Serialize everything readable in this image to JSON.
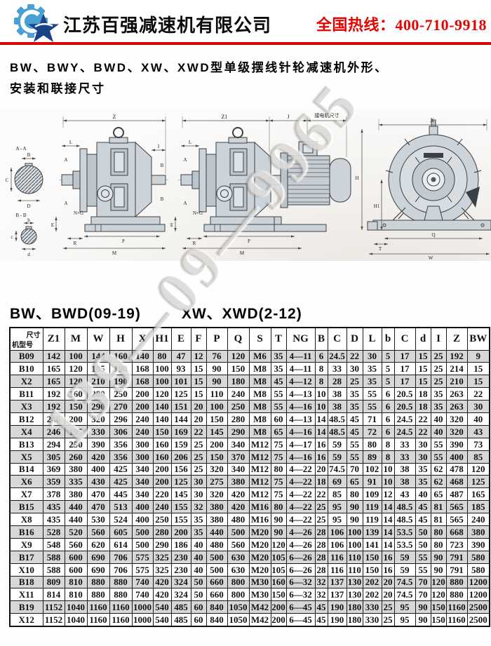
{
  "header": {
    "company": "江苏百强减速机有限公司",
    "hotline": "全国热线：400-710-9918",
    "accent_red": "#d40000",
    "logo_gear_color": "#49a0d5",
    "logo_star_color": "#1b4488"
  },
  "title": {
    "line1": "BW、BWY、BWD、XW、XWD型单级摆线针轮减速机外形、",
    "line2": "安装和联接尺寸"
  },
  "section_heading": {
    "part1": "BW、BWD(09-19)",
    "part2": "XW、XWD(2-12)"
  },
  "watermark": "139—09—9965",
  "diagram_labels": {
    "secAA": "A - A",
    "dimB": "B",
    "dimC": "C",
    "dimD": "D",
    "secBB": "B - B",
    "dimb": "b",
    "dimc": "c",
    "dimd": "d",
    "dimZ": "Z",
    "dimL": "L",
    "dimA": "A",
    "dimI": "I",
    "dimBr": "B",
    "nxg": "N×G",
    "dimE": "E",
    "dimR": "R",
    "dimP": "P",
    "dimM": "M",
    "dimZ1": "Z1",
    "dimJ": "J",
    "motorNote": "接电机尺寸",
    "dimX": "X",
    "dimH": "H",
    "dimH1": "H1",
    "dimQ": "Q",
    "dimT": "T",
    "dimW": "W"
  },
  "table": {
    "corner": {
      "top": "尺寸",
      "bottom": "机型号"
    },
    "shaded_row_color": "#d7d7d7",
    "columns": [
      "Z1",
      "M",
      "W",
      "H",
      "X",
      "H1",
      "E",
      "F",
      "P",
      "Q",
      "S",
      "T",
      "NG",
      "B",
      "C",
      "D",
      "L",
      "b",
      "C",
      "d",
      "I",
      "Z",
      "BW"
    ],
    "rows": [
      {
        "model": "B09",
        "values": [
          "142",
          "100",
          "144",
          "160",
          "140",
          "80",
          "47",
          "12",
          "76",
          "120",
          "M6",
          "35",
          "4—11",
          "6",
          "24.5",
          "22",
          "30",
          "5",
          "17",
          "15",
          "25",
          "192",
          "9"
        ]
      },
      {
        "model": "B10",
        "values": [
          "165",
          "120",
          "185",
          "190",
          "168",
          "100",
          "93",
          "15",
          "90",
          "150",
          "M8",
          "35",
          "4—11",
          "8",
          "33",
          "30",
          "35",
          "5",
          "17",
          "15",
          "25",
          "214",
          "15"
        ]
      },
      {
        "model": "X2",
        "values": [
          "165",
          "120",
          "210",
          "190",
          "168",
          "100",
          "101",
          "15",
          "90",
          "180",
          "M8",
          "45",
          "4—12",
          "8",
          "28",
          "25",
          "35",
          "5",
          "17",
          "15",
          "25",
          "210",
          "15"
        ]
      },
      {
        "model": "B11",
        "values": [
          "192",
          "160",
          "280",
          "250",
          "200",
          "120",
          "125",
          "15",
          "110",
          "240",
          "M8",
          "55",
          "4—13",
          "10",
          "38",
          "35",
          "55",
          "6",
          "20.5",
          "18",
          "35",
          "263",
          "22"
        ]
      },
      {
        "model": "X3",
        "values": [
          "192",
          "150",
          "290",
          "270",
          "200",
          "140",
          "151",
          "20",
          "100",
          "250",
          "M8",
          "55",
          "4—16",
          "10",
          "38",
          "35",
          "55",
          "6",
          "20.5",
          "18",
          "35",
          "263",
          "30"
        ]
      },
      {
        "model": "B12",
        "values": [
          "246",
          "200",
          "320",
          "296",
          "240",
          "140",
          "144",
          "20",
          "150",
          "280",
          "M8",
          "60",
          "4—13",
          "14",
          "48.5",
          "45",
          "71",
          "6",
          "24.5",
          "22",
          "40",
          "320",
          "40"
        ]
      },
      {
        "model": "X4",
        "values": [
          "246",
          "195",
          "330",
          "306",
          "240",
          "150",
          "169",
          "22",
          "145",
          "290",
          "M8",
          "65",
          "4—16",
          "14",
          "48.5",
          "45",
          "72",
          "6",
          "24.5",
          "22",
          "40",
          "320",
          "43"
        ]
      },
      {
        "model": "B13",
        "values": [
          "294",
          "250",
          "390",
          "356",
          "300",
          "160",
          "159",
          "25",
          "200",
          "340",
          "M12",
          "75",
          "4—17",
          "16",
          "59",
          "55",
          "80",
          "8",
          "33",
          "30",
          "55",
          "390",
          "73"
        ]
      },
      {
        "model": "X5",
        "values": [
          "305",
          "260",
          "420",
          "356",
          "300",
          "160",
          "206",
          "25",
          "150",
          "370",
          "M12",
          "75",
          "4—16",
          "16",
          "59",
          "55",
          "89",
          "8",
          "33",
          "30",
          "55",
          "400",
          "85"
        ]
      },
      {
        "model": "B14",
        "values": [
          "369",
          "380",
          "400",
          "425",
          "340",
          "200",
          "156",
          "25",
          "320",
          "340",
          "M12",
          "80",
          "4—22",
          "20",
          "74.5",
          "70",
          "102",
          "10",
          "38",
          "35",
          "62",
          "478",
          "120"
        ]
      },
      {
        "model": "X6",
        "values": [
          "359",
          "335",
          "430",
          "425",
          "340",
          "200",
          "125",
          "30",
          "275",
          "380",
          "M12",
          "75",
          "4—22",
          "18",
          "69",
          "65",
          "91",
          "10",
          "38",
          "35",
          "62",
          "468",
          "125"
        ]
      },
      {
        "model": "X7",
        "values": [
          "378",
          "380",
          "470",
          "445",
          "340",
          "220",
          "145",
          "30",
          "320",
          "420",
          "M12",
          "75",
          "4—22",
          "22",
          "85",
          "80",
          "109",
          "12",
          "43",
          "40",
          "65",
          "487",
          "165"
        ]
      },
      {
        "model": "B15",
        "values": [
          "435",
          "440",
          "470",
          "513",
          "400",
          "240",
          "155",
          "32",
          "380",
          "420",
          "M16",
          "80",
          "4—22",
          "25",
          "95",
          "90",
          "119",
          "14",
          "48.5",
          "45",
          "81",
          "565",
          "185"
        ]
      },
      {
        "model": "X8",
        "values": [
          "435",
          "440",
          "530",
          "524",
          "400",
          "250",
          "155",
          "35",
          "380",
          "480",
          "M16",
          "90",
          "4—22",
          "25",
          "95",
          "90",
          "119",
          "14",
          "48.5",
          "45",
          "81",
          "565",
          "240"
        ]
      },
      {
        "model": "B16",
        "values": [
          "528",
          "520",
          "560",
          "605",
          "500",
          "280",
          "200",
          "35",
          "440",
          "500",
          "M20",
          "90",
          "4—26",
          "28",
          "106",
          "100",
          "139",
          "14",
          "53.5",
          "50",
          "80",
          "668",
          "380"
        ]
      },
      {
        "model": "X9",
        "values": [
          "548",
          "560",
          "620",
          "614",
          "500",
          "290",
          "186",
          "40",
          "480",
          "560",
          "M20",
          "120",
          "4—26",
          "28",
          "106",
          "100",
          "141",
          "14",
          "53.5",
          "50",
          "80",
          "723",
          "390"
        ]
      },
      {
        "model": "B17",
        "values": [
          "588",
          "600",
          "690",
          "706",
          "575",
          "325",
          "230",
          "40",
          "500",
          "630",
          "M20",
          "105",
          "6—26",
          "28",
          "116",
          "110",
          "150",
          "16",
          "59",
          "55",
          "90",
          "791",
          "580"
        ]
      },
      {
        "model": "X10",
        "values": [
          "588",
          "600",
          "690",
          "706",
          "575",
          "325",
          "230",
          "40",
          "500",
          "630",
          "M20",
          "105",
          "6—26",
          "28",
          "116",
          "110",
          "150",
          "16",
          "59",
          "55",
          "90",
          "791",
          "580"
        ]
      },
      {
        "model": "B18",
        "values": [
          "809",
          "810",
          "880",
          "880",
          "740",
          "420",
          "324",
          "50",
          "660",
          "800",
          "M30",
          "160",
          "6—32",
          "32",
          "137",
          "130",
          "202",
          "20",
          "74.5",
          "70",
          "120",
          "880",
          "1200"
        ]
      },
      {
        "model": "X11",
        "values": [
          "814",
          "810",
          "880",
          "880",
          "740",
          "420",
          "324",
          "50",
          "660",
          "800",
          "M30",
          "150",
          "6—32",
          "32",
          "137",
          "130",
          "202",
          "20",
          "74.5",
          "70",
          "120",
          "880",
          "1200"
        ]
      },
      {
        "model": "B19",
        "values": [
          "1152",
          "1040",
          "1160",
          "1160",
          "1000",
          "540",
          "485",
          "60",
          "840",
          "1050",
          "M42",
          "200",
          "6—45",
          "45",
          "190",
          "180",
          "330",
          "25",
          "95",
          "90",
          "150",
          "1160",
          "2500"
        ]
      },
      {
        "model": "X12",
        "values": [
          "1152",
          "1040",
          "1160",
          "1160",
          "1000",
          "540",
          "485",
          "60",
          "840",
          "1050",
          "M42",
          "200",
          "6—45",
          "45",
          "190",
          "180",
          "330",
          "25",
          "95",
          "90",
          "150",
          "1160",
          "2500"
        ]
      }
    ]
  }
}
